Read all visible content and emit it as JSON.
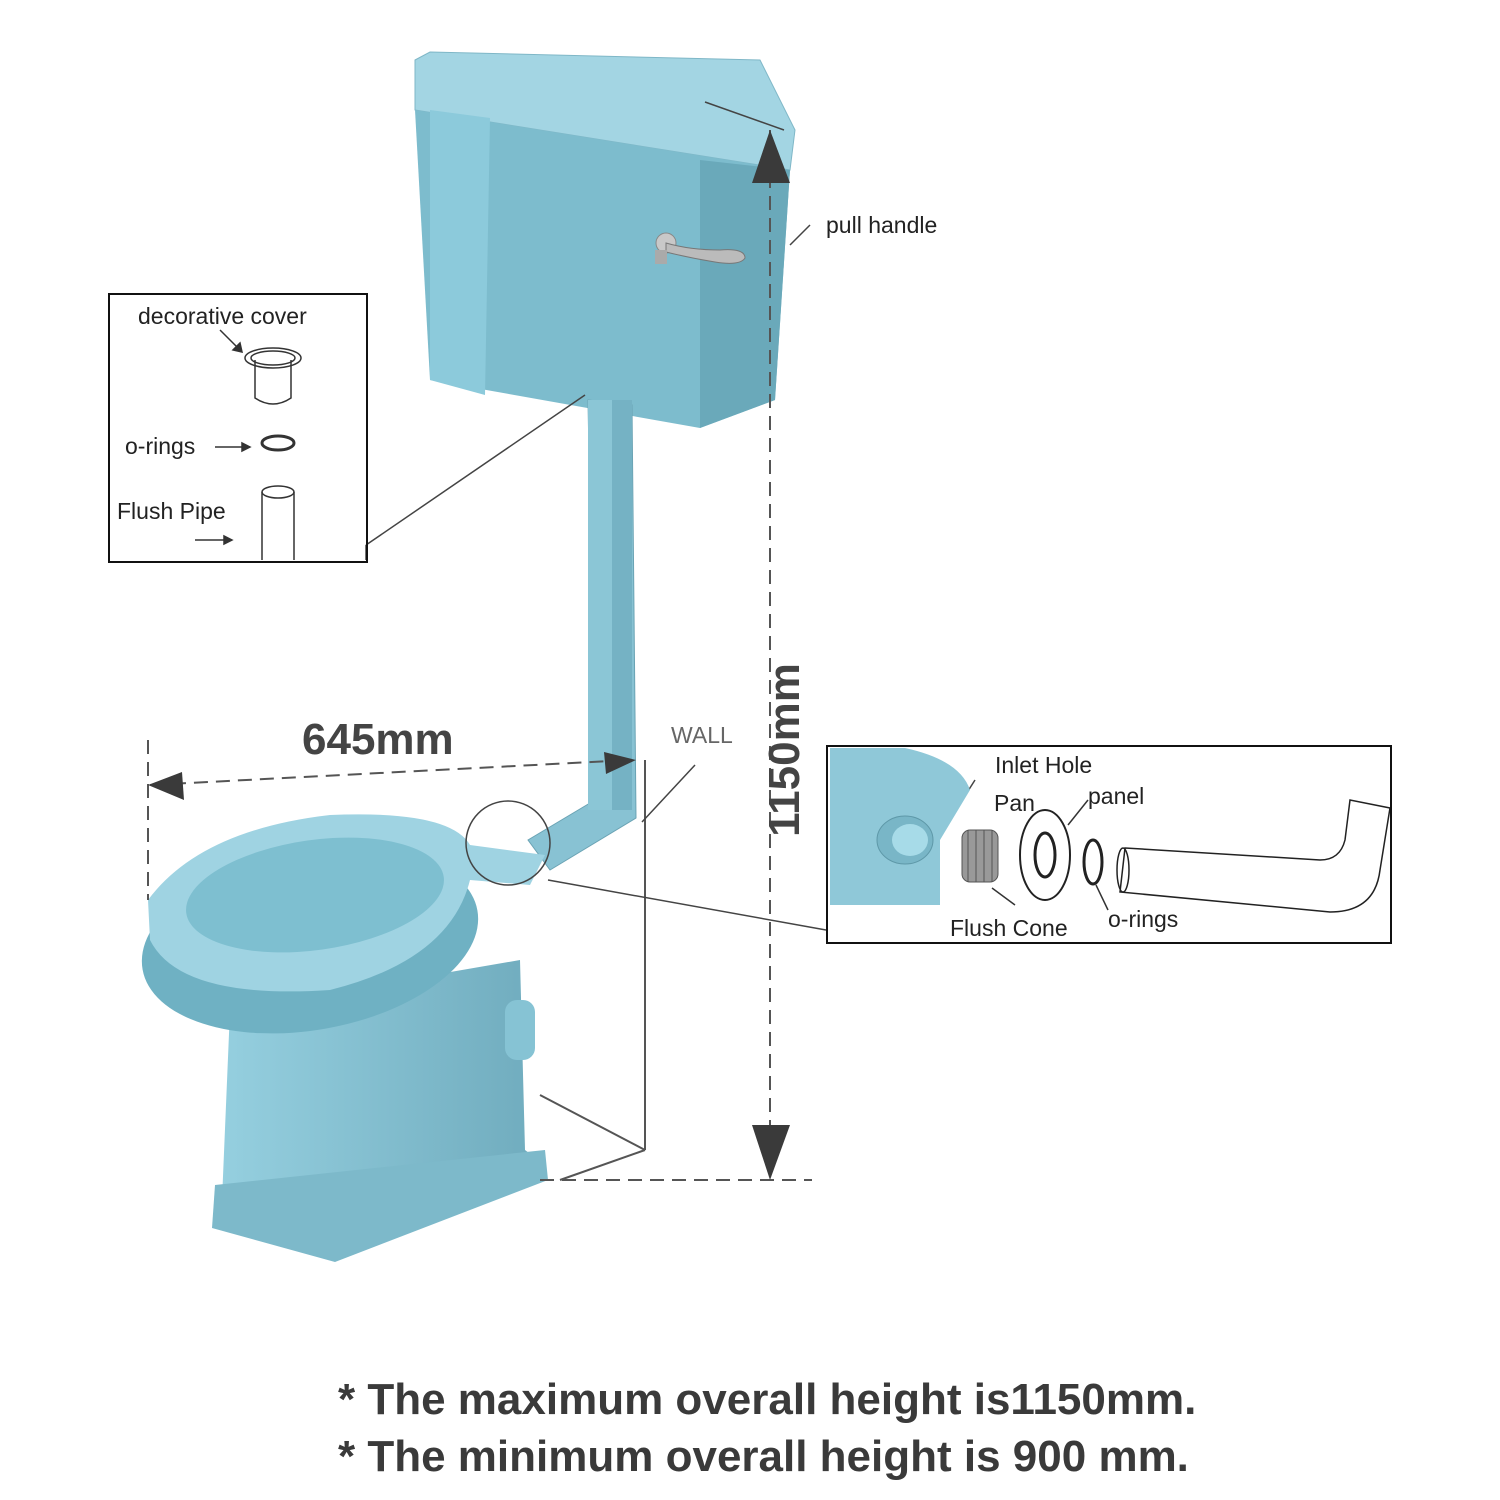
{
  "colors": {
    "ceramic": "#8cc6d6",
    "ceramic_dark": "#6aa8ba",
    "ceramic_light": "#a9d9e6",
    "line": "#333333"
  },
  "labels": {
    "pull_handle": "pull handle",
    "wall": "WALL",
    "width_dim": "645mm",
    "height_dim": "1150mm"
  },
  "inset_top_left": {
    "decorative_cover": "decorative cover",
    "o_rings": "o-rings",
    "flush_pipe": "Flush Pipe"
  },
  "inset_right": {
    "inlet_hole": "Inlet Hole",
    "pan": "Pan",
    "panel": "panel",
    "flush_cone": "Flush Cone",
    "o_rings": "o-rings"
  },
  "notes": {
    "max_height": "* The maximum overall height is1150mm.",
    "min_height": "* The minimum overall height is 900 mm."
  }
}
